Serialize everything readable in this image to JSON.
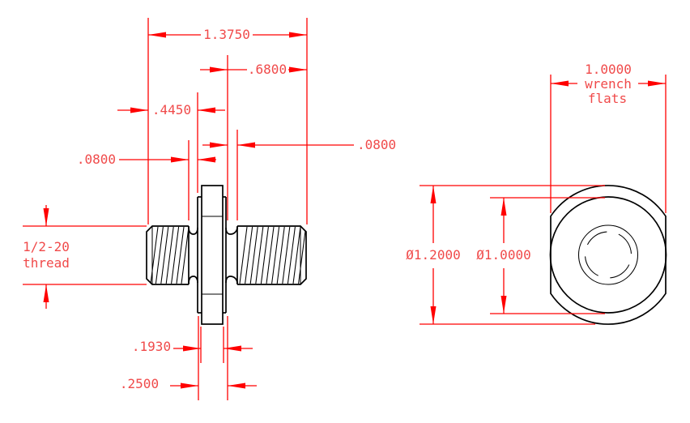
{
  "drawing": {
    "background": "#ffffff",
    "dimension_color": "#ff0000",
    "dimension_text_color": "#f04a4a",
    "outline_color": "#000000",
    "front_view": {
      "dim_overall_length": "1.3750",
      "dim_right_end_to_flange": ".6800",
      "dim_left_end_to_flange": ".4450",
      "dim_left_neck": ".0800",
      "dim_right_neck": ".0800",
      "thread_callout_line1": "1/2-20",
      "thread_callout_line2": "thread",
      "dim_flange_width": ".1930",
      "dim_boss_width": ".2500"
    },
    "end_view": {
      "dim_flange_diameter": "Ø1.2000",
      "dim_boss_diameter": "Ø1.0000",
      "wrench_flats_line1": "1.0000",
      "wrench_flats_line2": "wrench",
      "wrench_flats_line3": "flats"
    }
  }
}
